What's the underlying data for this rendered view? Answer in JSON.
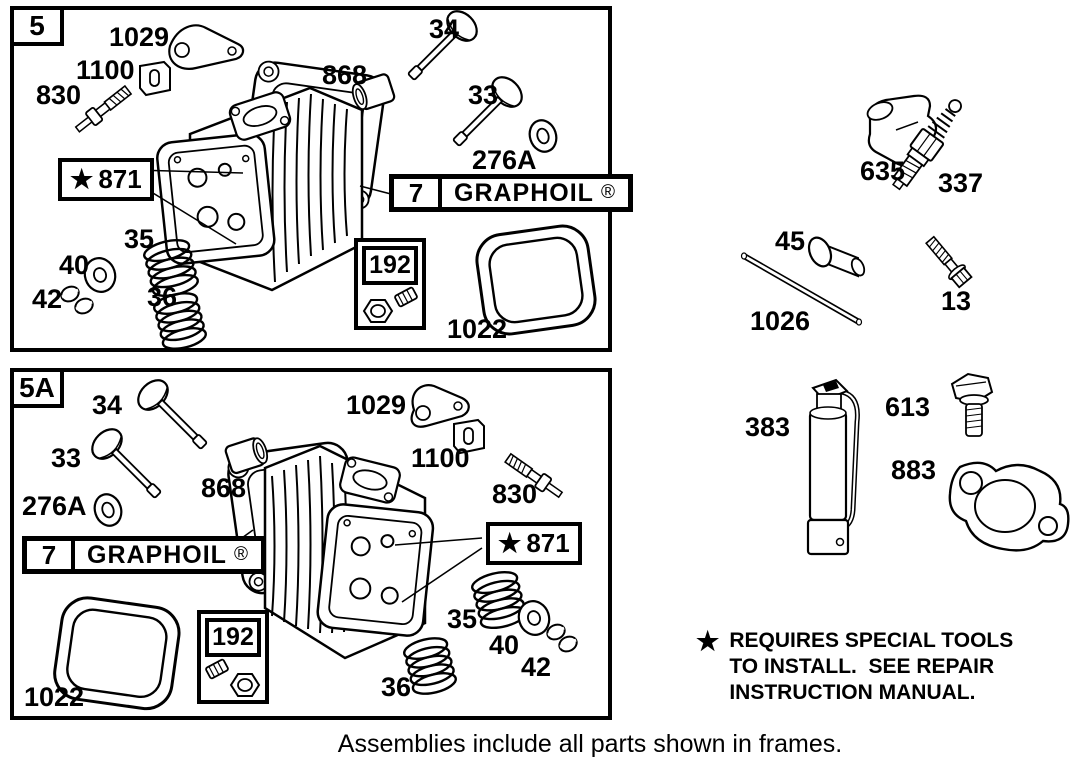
{
  "frame5": {
    "tag": "5",
    "parts": {
      "p1029": "1029",
      "p1100": "1100",
      "p830": "830",
      "p868": "868",
      "p34": "34",
      "p33": "33",
      "p276a": "276A",
      "p35": "35",
      "p40": "40",
      "p42": "42",
      "p36": "36",
      "p1022": "1022"
    },
    "star_box": {
      "star": "★",
      "number": "871"
    },
    "graphoil_box": {
      "number": "7",
      "brand": "GRAPHOIL",
      "reg": "®"
    },
    "kit_box": {
      "number": "192"
    }
  },
  "frame5a": {
    "tag": "5A",
    "parts": {
      "p1029": "1029",
      "p1100": "1100",
      "p830": "830",
      "p868": "868",
      "p34": "34",
      "p33": "33",
      "p276a": "276A",
      "p35": "35",
      "p40": "40",
      "p42": "42",
      "p36": "36",
      "p1022": "1022"
    },
    "star_box": {
      "star": "★",
      "number": "871"
    },
    "graphoil_box": {
      "number": "7",
      "brand": "GRAPHOIL",
      "reg": "®"
    },
    "kit_box": {
      "number": "192"
    }
  },
  "right_parts": {
    "p635": "635",
    "p337": "337",
    "p45": "45",
    "p1026": "1026",
    "p13": "13",
    "p383": "383",
    "p613": "613",
    "p883": "883"
  },
  "note": {
    "star": "★",
    "lines": [
      "REQUIRES SPECIAL TOOLS",
      "TO INSTALL.  SEE REPAIR",
      "INSTRUCTION MANUAL."
    ]
  },
  "caption": "Assemblies include all parts shown in frames."
}
